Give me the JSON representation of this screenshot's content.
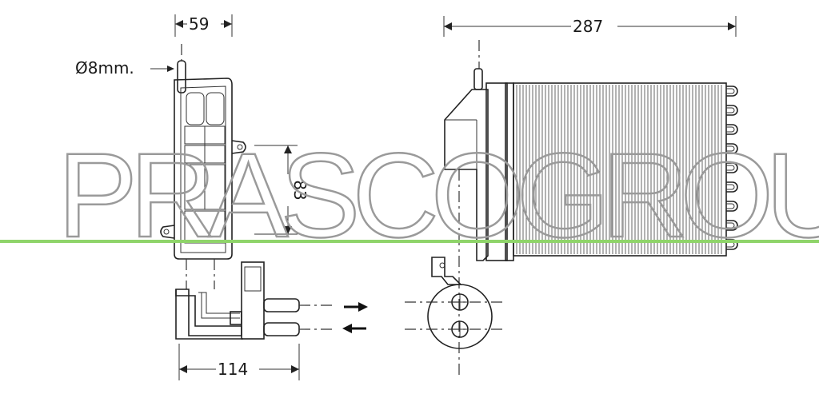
{
  "dimensions": {
    "width_label": "59",
    "length_label": "287",
    "height_label": "83",
    "depth_label": "114",
    "pipe_label": "Ø8mm."
  },
  "watermark": {
    "text": "PRASCOGROUP",
    "line_color": "#8fd46a"
  },
  "flow": {
    "in_arrow": "arrow-right-icon",
    "out_arrow": "arrow-left-icon"
  }
}
